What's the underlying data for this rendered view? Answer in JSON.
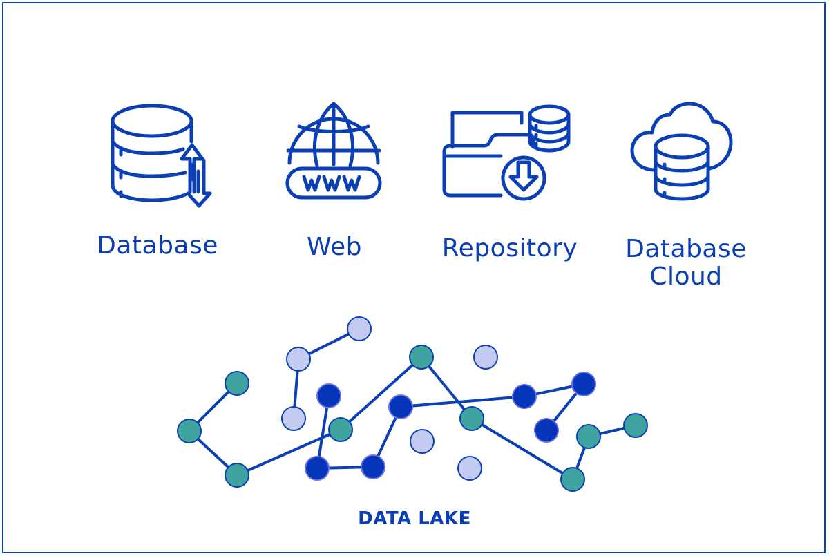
{
  "colors": {
    "primary": "#0a3fb5",
    "node_teal": "#3fa3a0",
    "node_dark": "#0535b8",
    "node_light": "#c4cbf0",
    "background": "#ffffff"
  },
  "sources": [
    {
      "id": "database",
      "label": "Database",
      "icon": "database-sync-icon"
    },
    {
      "id": "web",
      "label": "Web",
      "icon": "globe-www-icon"
    },
    {
      "id": "repository",
      "label": "Repository",
      "icon": "folder-database-download-icon"
    },
    {
      "id": "database-cloud",
      "label_line1": "Database",
      "label_line2": "Cloud",
      "icon": "cloud-database-icon"
    }
  ],
  "data_lake": {
    "title": "DATA LAKE",
    "nodes": [
      {
        "id": "t1",
        "type": "teal"
      },
      {
        "id": "t2",
        "type": "teal"
      },
      {
        "id": "t3",
        "type": "teal"
      },
      {
        "id": "t4",
        "type": "teal"
      },
      {
        "id": "t5",
        "type": "teal"
      },
      {
        "id": "t6",
        "type": "teal"
      },
      {
        "id": "t7",
        "type": "teal"
      },
      {
        "id": "t8",
        "type": "teal"
      },
      {
        "id": "t9",
        "type": "teal"
      },
      {
        "id": "d1",
        "type": "dark"
      },
      {
        "id": "d2",
        "type": "dark"
      },
      {
        "id": "d3",
        "type": "dark"
      },
      {
        "id": "d4",
        "type": "dark"
      },
      {
        "id": "d5",
        "type": "dark"
      },
      {
        "id": "d6",
        "type": "dark"
      },
      {
        "id": "d7",
        "type": "dark"
      },
      {
        "id": "l1",
        "type": "light"
      },
      {
        "id": "l2",
        "type": "light"
      },
      {
        "id": "l3",
        "type": "light"
      },
      {
        "id": "l4",
        "type": "light"
      },
      {
        "id": "l5",
        "type": "light"
      },
      {
        "id": "l6",
        "type": "light"
      }
    ],
    "edges": [
      [
        "t1",
        "t2"
      ],
      [
        "t2",
        "t3"
      ],
      [
        "t3",
        "t4"
      ],
      [
        "t4",
        "t5"
      ],
      [
        "t5",
        "t6"
      ],
      [
        "t6",
        "t7"
      ],
      [
        "t7",
        "t8"
      ],
      [
        "t8",
        "t9"
      ],
      [
        "l1",
        "l2"
      ],
      [
        "l2",
        "l3"
      ],
      [
        "d1",
        "d2"
      ],
      [
        "d2",
        "d3"
      ],
      [
        "d3",
        "d4"
      ],
      [
        "d4",
        "d5"
      ],
      [
        "d5",
        "d6"
      ],
      [
        "d6",
        "d7"
      ]
    ]
  }
}
